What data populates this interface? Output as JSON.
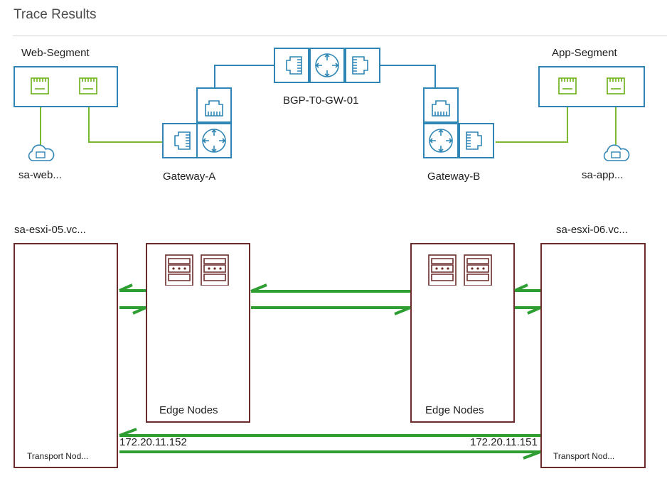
{
  "page": {
    "title": "Trace Results"
  },
  "logical": {
    "left_segment": {
      "label": "Web-Segment",
      "vm": "sa-web..."
    },
    "right_segment": {
      "label": "App-Segment",
      "vm": "sa-app..."
    },
    "gateway_left": {
      "label": "Gateway-A"
    },
    "gateway_right": {
      "label": "Gateway-B"
    },
    "tier0": {
      "label": "BGP-T0-GW-01"
    }
  },
  "physical": {
    "left_host": {
      "name": "sa-esxi-05.vc...",
      "footer": "Transport Nod..."
    },
    "right_host": {
      "name": "sa-esxi-06.vc...",
      "footer": "Transport Nod..."
    },
    "left_edge": {
      "label": "Edge Nodes"
    },
    "right_edge": {
      "label": "Edge Nodes"
    },
    "tunnel": {
      "left_ip": "172.20.11.152",
      "right_ip": "172.20.11.151"
    }
  },
  "colors": {
    "logical": "#2f86b5",
    "logical_link": "#7ab82f",
    "physical": "#6b2b2b",
    "flow": "#2e9e33"
  }
}
